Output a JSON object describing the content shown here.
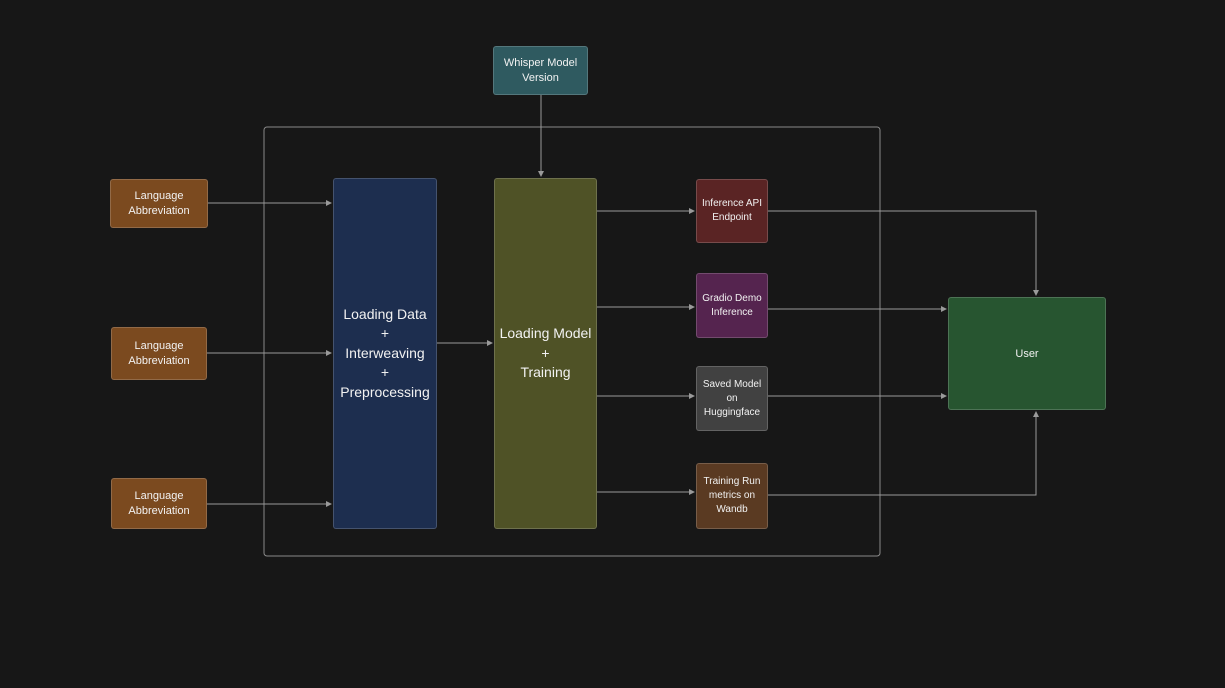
{
  "diagram": {
    "nodes": {
      "whisper": [
        "Whisper Model",
        "Version"
      ],
      "lang1": [
        "Language",
        "Abbreviation"
      ],
      "lang2": [
        "Language",
        "Abbreviation"
      ],
      "lang3": [
        "Language",
        "Abbreviation"
      ],
      "loading": [
        "Loading Data",
        "+",
        "Interweaving",
        "+",
        "Preprocessing"
      ],
      "model": [
        "Loading Model",
        "+",
        "Training"
      ],
      "infer": [
        "Inference API",
        "Endpoint"
      ],
      "gradio": [
        "Gradio Demo",
        "Inference"
      ],
      "saved": [
        "Saved Model",
        "on",
        "Huggingface"
      ],
      "wandb": [
        "Training Run",
        "metrics on",
        "Wandb"
      ],
      "user": [
        "User"
      ]
    },
    "edges": [
      {
        "from": "whisper",
        "to": "model"
      },
      {
        "from": "lang1",
        "to": "loading"
      },
      {
        "from": "lang2",
        "to": "loading"
      },
      {
        "from": "lang3",
        "to": "loading"
      },
      {
        "from": "loading",
        "to": "model"
      },
      {
        "from": "model",
        "to": "infer"
      },
      {
        "from": "model",
        "to": "gradio"
      },
      {
        "from": "model",
        "to": "saved"
      },
      {
        "from": "model",
        "to": "wandb"
      },
      {
        "from": "infer",
        "to": "user"
      },
      {
        "from": "gradio",
        "to": "user"
      },
      {
        "from": "saved",
        "to": "user"
      },
      {
        "from": "wandb",
        "to": "user"
      }
    ],
    "colors": {
      "background": "#171717",
      "language": "#7b4a1f",
      "whisper": "#2f5a60",
      "loading": "#1d2e4f",
      "model": "#4f5226",
      "inference": "#5a2424",
      "gradio": "#55244f",
      "saved": "#414141",
      "wandb": "#5a3a22",
      "user": "#275530",
      "edge": "#9a9a9a"
    }
  }
}
